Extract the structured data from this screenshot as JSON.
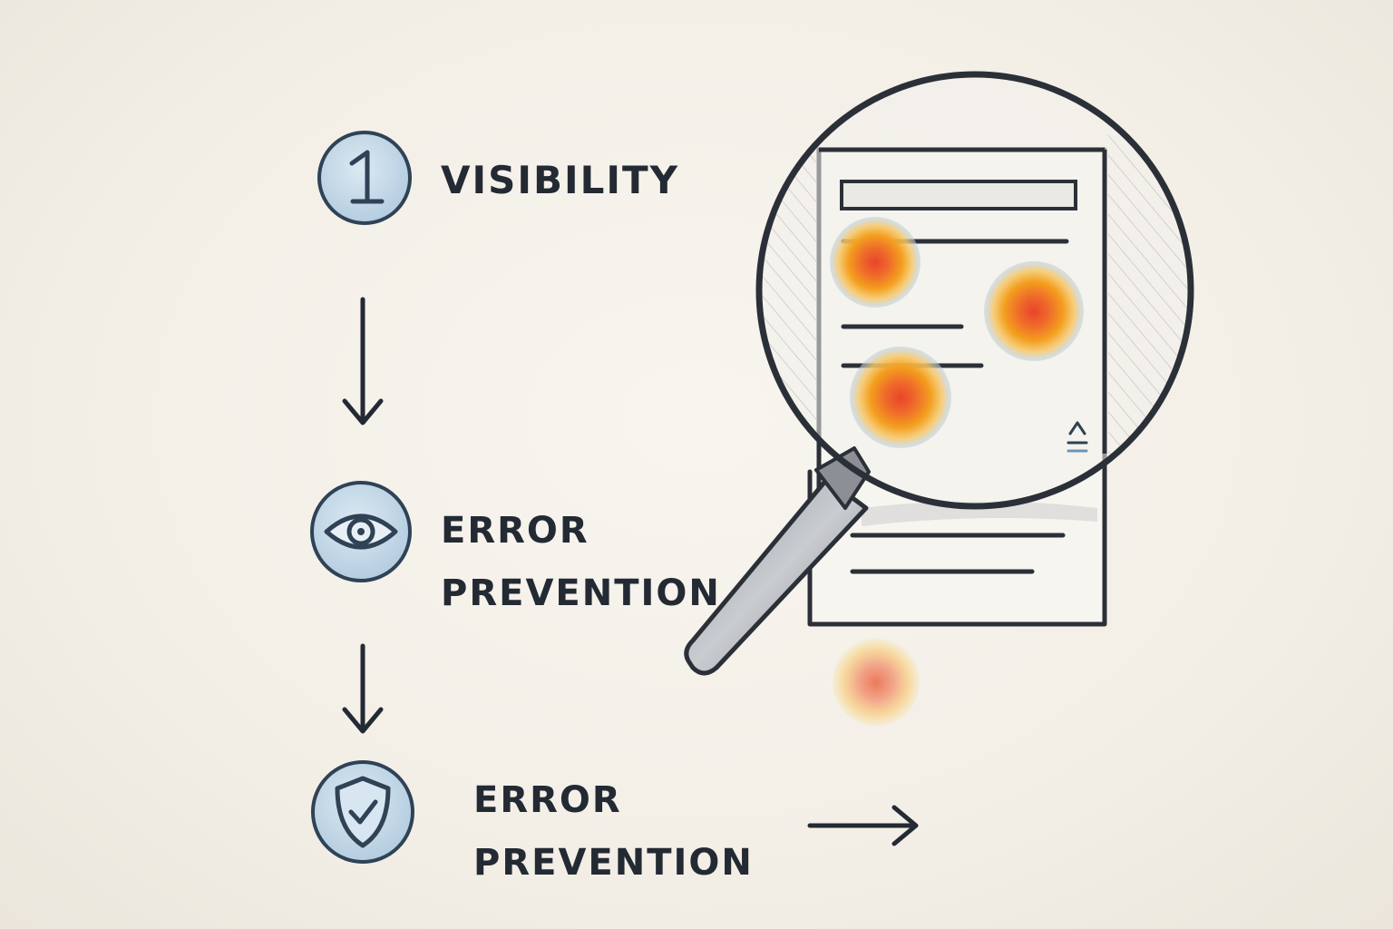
{
  "steps": [
    {
      "number": "1",
      "icon": "number-one-icon",
      "label_lines": [
        "VISIBILITY"
      ]
    },
    {
      "icon": "eye-icon",
      "label_lines": [
        "ERROR",
        "PREVENTION"
      ]
    },
    {
      "icon": "shield-check-icon",
      "label_lines": [
        "ERROR",
        "PREVENTION"
      ]
    }
  ],
  "colors": {
    "ink": "#232a33",
    "icon_fill": "#c4d9e8",
    "icon_stroke": "#2f4256",
    "heat_hot": "#e8452a",
    "heat_warm": "#f3a01f",
    "heat_cool": "#b9cfe4"
  },
  "illustration": {
    "magnifier_icon": "magnifying-glass-icon",
    "document_icon": "document-icon",
    "heatmap_spots": 4
  }
}
